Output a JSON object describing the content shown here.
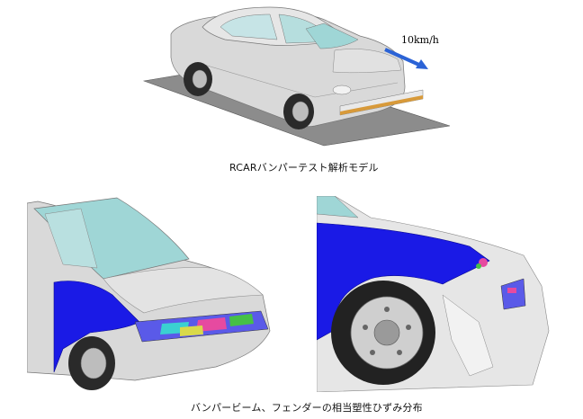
{
  "top_figure": {
    "speed_label": "10km/h",
    "caption": "RCARバンパーテスト解析モデル"
  },
  "bottom_figures": {
    "caption": "バンパービーム、フェンダーの相当塑性ひずみ分布"
  },
  "colors": {
    "car_body": "#d9d9d9",
    "plate": "#8c8c8c",
    "glass": "#9fd6d6",
    "fender": "#1a1ae6",
    "arrow": "#2b63d6",
    "barrier": "#d89a3a"
  }
}
